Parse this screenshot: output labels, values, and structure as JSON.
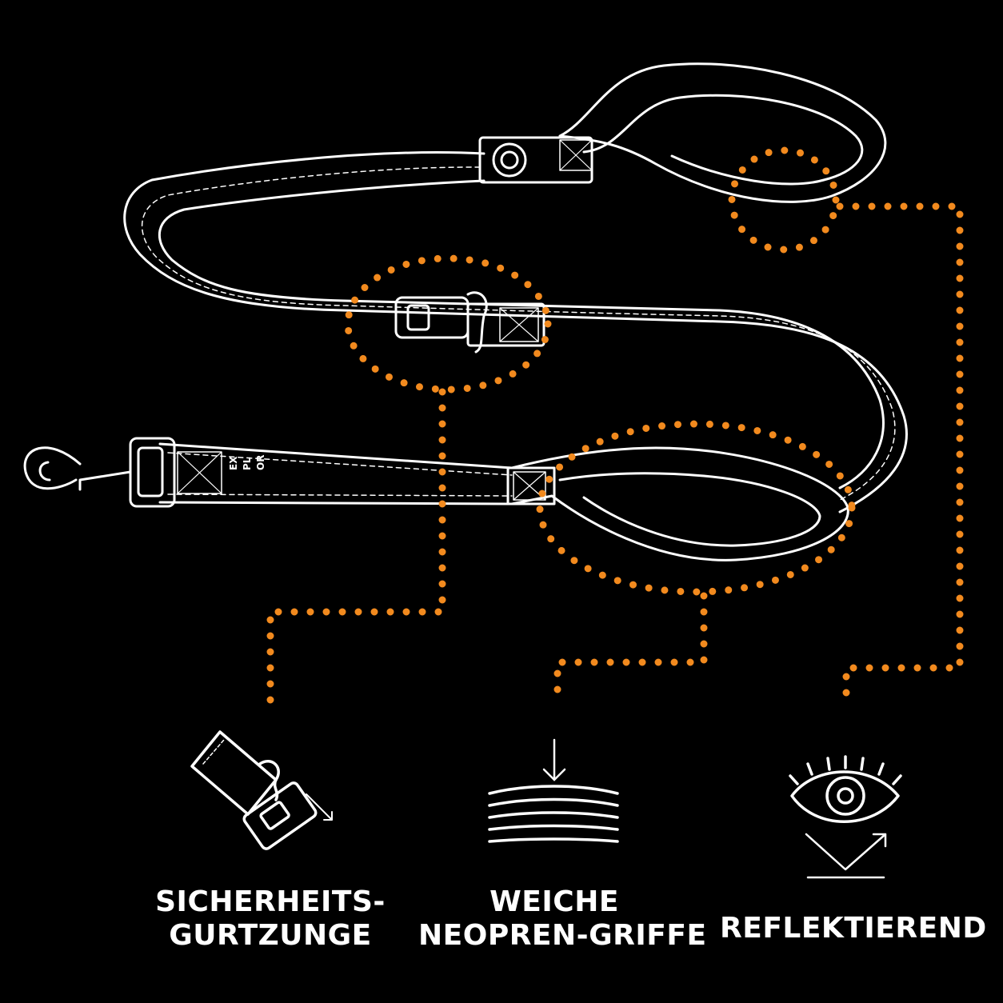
{
  "colors": {
    "background": "#000000",
    "line": "#ffffff",
    "accent": "#f28a1e"
  },
  "leash": {
    "brand_text": [
      "EX",
      "PL",
      "OR"
    ]
  },
  "features": [
    {
      "icon": "seatbelt-tongue-icon",
      "line1": "SICHERHEITS-",
      "line2": "GURTZUNGE"
    },
    {
      "icon": "neoprene-padding-icon",
      "line1": "WEICHE",
      "line2": "NEOPREN-GRIFFE"
    },
    {
      "icon": "reflective-eye-icon",
      "line1": "REFLEKTIEREND",
      "line2": ""
    }
  ]
}
